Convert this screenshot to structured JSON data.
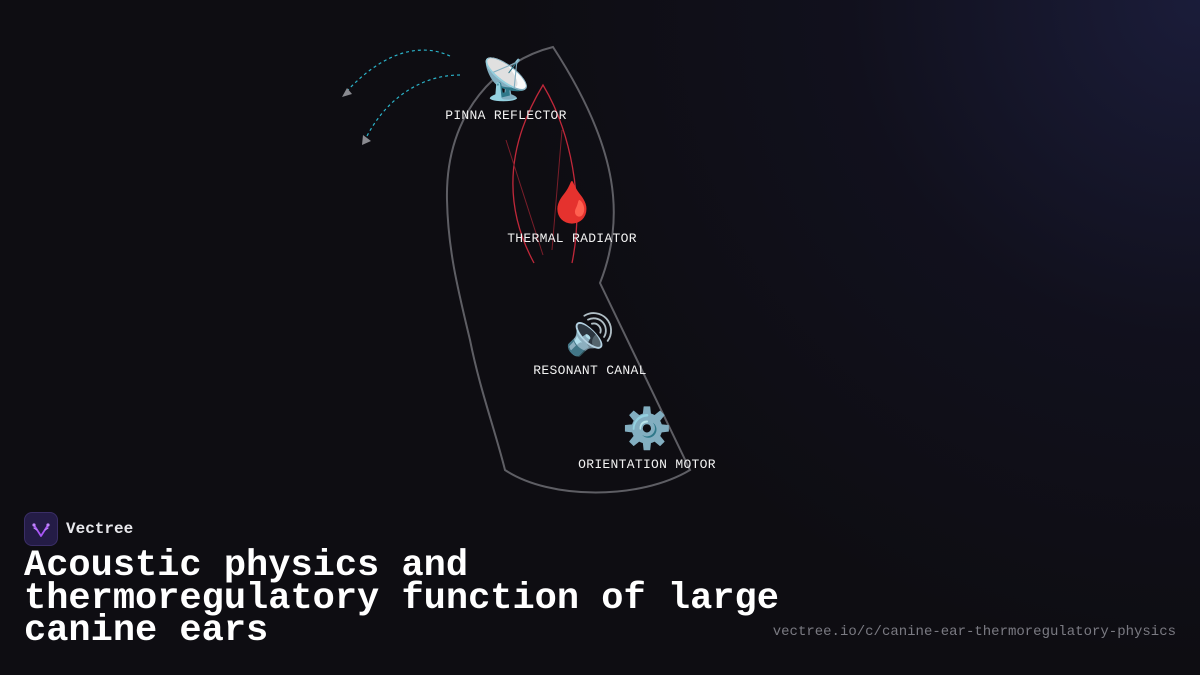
{
  "diagram": {
    "nodes": [
      {
        "id": "pinna",
        "icon": "📡",
        "icon_name": "satellite-dish-icon",
        "label": "PINNA REFLECTOR"
      },
      {
        "id": "thermal",
        "icon": "🩸",
        "icon_name": "blood-drop-icon",
        "label": "THERMAL RADIATOR"
      },
      {
        "id": "canal",
        "icon": "🔊",
        "icon_name": "speaker-icon",
        "label": "RESONANT CANAL"
      },
      {
        "id": "motor",
        "icon": "⚙️",
        "icon_name": "gear-icon",
        "label": "ORIENTATION MOTOR"
      }
    ],
    "colors": {
      "ear_outline": "#6a6a70",
      "blood_vessels": "#c0283a",
      "sound_waves": "#2bb3c9",
      "arrow_heads": "#8a8a90"
    }
  },
  "brand": {
    "name": "Vectree",
    "accent": "#a855f7"
  },
  "title": "Acoustic physics and thermoregulatory function of large canine ears",
  "url": "vectree.io/c/canine-ear-thermoregulatory-physics"
}
